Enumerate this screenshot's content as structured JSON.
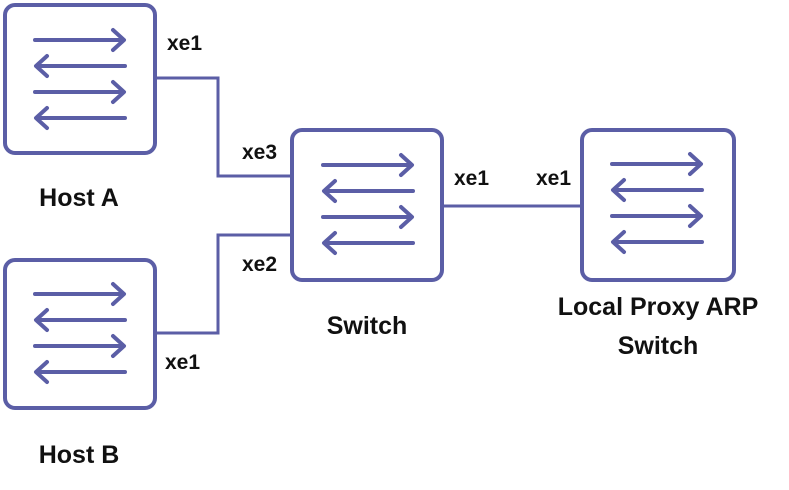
{
  "colors": {
    "device_stroke": "#5b5ea6",
    "text": "#111111",
    "background": "#ffffff"
  },
  "devices": {
    "host_a": {
      "label": "Host A",
      "icon": "switch-arrows-icon"
    },
    "host_b": {
      "label": "Host B",
      "icon": "switch-arrows-icon"
    },
    "switch": {
      "label": "Switch",
      "icon": "switch-arrows-icon"
    },
    "proxy": {
      "label_line1": "Local Proxy ARP",
      "label_line2": "Switch",
      "icon": "switch-arrows-icon"
    }
  },
  "ports": {
    "host_a_port": "xe1",
    "host_b_port": "xe1",
    "switch_port_to_host_a": "xe3",
    "switch_port_to_host_b": "xe2",
    "switch_port_to_proxy": "xe1",
    "proxy_port": "xe1"
  }
}
